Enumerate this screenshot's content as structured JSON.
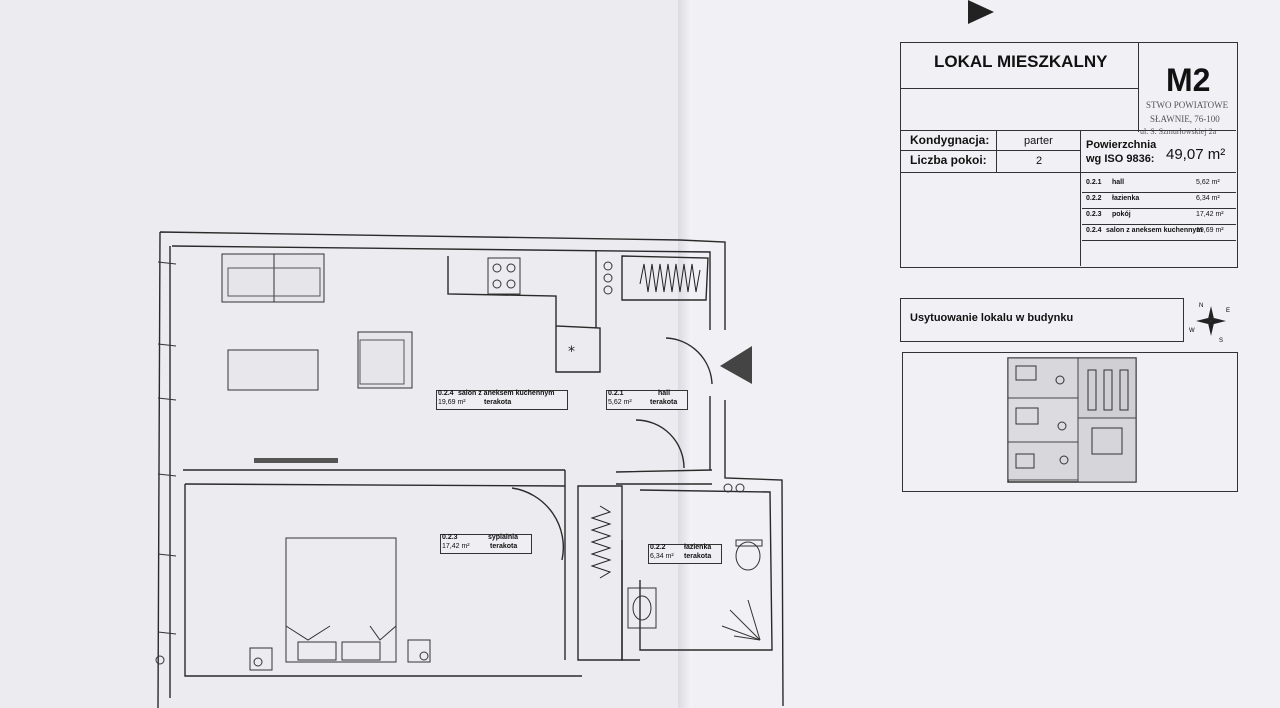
{
  "title_block": {
    "heading": "LOKAL MIESZKALNY",
    "unit_code": "M2",
    "stamp_lines": [
      "STWO POWIATOWE",
      "SŁAWNIE, 76-100",
      "ul. S. Szmurłowskiej 2a"
    ],
    "floor_label": "Kondygnacja:",
    "floor_value": "parter",
    "rooms_label": "Liczba pokoi:",
    "rooms_value": "2",
    "area_label_1": "Powierzchnia",
    "area_label_2": "wg ISO 9836:",
    "area_value": "49,07 m²"
  },
  "room_list": [
    {
      "code": "0.2.1",
      "name": "hall",
      "area": "5,62 m²"
    },
    {
      "code": "0.2.2",
      "name": "łazienka",
      "area": "6,34 m²"
    },
    {
      "code": "0.2.3",
      "name": "pokój",
      "area": "17,42 m²"
    },
    {
      "code": "0.2.4",
      "name": "salon z aneksem kuchennym",
      "area": "19,69 m²"
    }
  ],
  "location": {
    "label": "Usytuowanie lokalu w budynku",
    "compass": [
      "N",
      "E",
      "W",
      "S"
    ]
  },
  "plan_labels": {
    "salon": {
      "code": "0.2.4",
      "name": "salon z aneksem kuchennym",
      "area": "19,69 m²",
      "floor": "terakota"
    },
    "hall": {
      "code": "0.2.1",
      "name": "hall",
      "area": "5,62 m²",
      "floor": "terakota"
    },
    "sypialnia": {
      "code": "0.2.3",
      "name": "sypialnia",
      "area": "17,42 m²",
      "floor": "terakota"
    },
    "lazienka": {
      "code": "0.2.2",
      "name": "łazienka",
      "area": "6,34 m²",
      "floor": "terakota"
    }
  },
  "colors": {
    "background": "#e8aec6",
    "paper": "#efeef3",
    "ink": "#222222"
  }
}
